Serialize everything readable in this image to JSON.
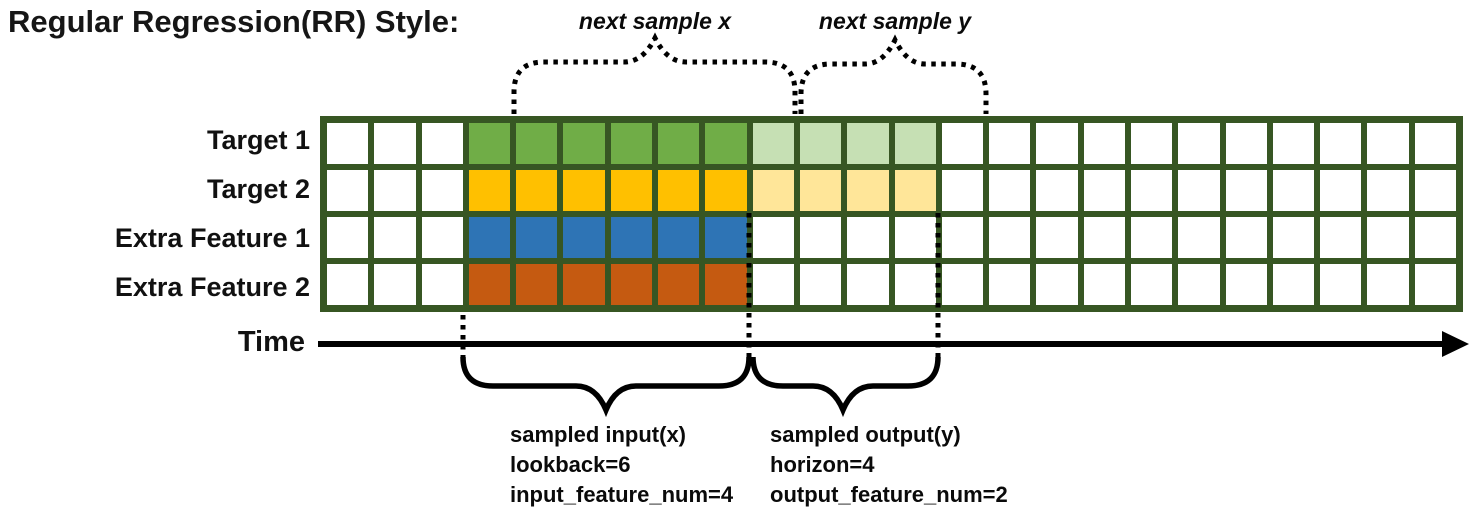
{
  "title": "Regular Regression(RR) Style:",
  "annotations": {
    "next_sample_x": "next sample x",
    "next_sample_y": "next sample y"
  },
  "time_axis": {
    "label": "Time"
  },
  "grid": {
    "columns": 24,
    "border_color": "#375623",
    "empty_fill": "#ffffff",
    "rows": [
      {
        "label": "Target 1",
        "solid_fill": "#70AD47",
        "solid_range": [
          3,
          8
        ],
        "light_fill": "#C6E0B4",
        "light_range": [
          9,
          12
        ]
      },
      {
        "label": "Target 2",
        "solid_fill": "#FFC000",
        "solid_range": [
          3,
          8
        ],
        "light_fill": "#FFE699",
        "light_range": [
          9,
          12
        ]
      },
      {
        "label": "Extra Feature 1",
        "solid_fill": "#2E74B5",
        "solid_range": [
          3,
          8
        ]
      },
      {
        "label": "Extra Feature 2",
        "solid_fill": "#C55A11",
        "solid_range": [
          3,
          8
        ]
      }
    ]
  },
  "input_caption": {
    "line1": "sampled input(x)",
    "line2": "lookback=6",
    "line3": "input_feature_num=4"
  },
  "output_caption": {
    "line1": "sampled output(y)",
    "line2": "horizon=4",
    "line3": "output_feature_num=2"
  },
  "params": {
    "lookback": 6,
    "horizon": 4,
    "input_feature_num": 4,
    "output_feature_num": 2
  }
}
